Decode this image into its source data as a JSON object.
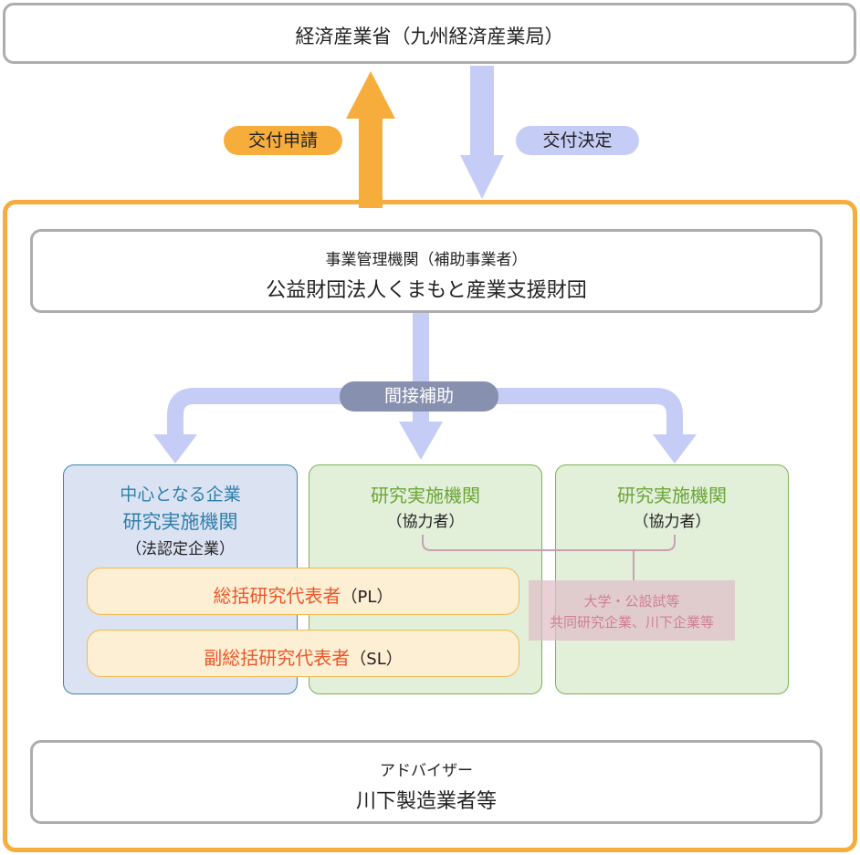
{
  "ministry": {
    "label": "経済産業省（九州経済産業局）"
  },
  "flows": {
    "application": "交付申請",
    "decision": "交付決定",
    "indirect": "間接補助"
  },
  "management": {
    "caption": "事業管理機関（補助事業者）",
    "name": "公益財団法人くまもと産業支援財団"
  },
  "core_org": {
    "line1": "中心となる企業",
    "line2": "研究実施機関",
    "line3": "（法認定企業）",
    "pl": {
      "name": "総括研究代表者",
      "suffix": "（PL）"
    },
    "sl": {
      "name": "副総括研究代表者",
      "suffix": "（SL）"
    }
  },
  "partner_orgs": [
    {
      "title": "研究実施機関",
      "subtitle": "（協力者）"
    },
    {
      "title": "研究実施機関",
      "subtitle": "（協力者）"
    }
  ],
  "collaborators_note": {
    "line1": "大学・公設試等",
    "line2": "共同研究企業、川下企業等"
  },
  "adviser": {
    "caption": "アドバイザー",
    "name": "川下製造業者等"
  },
  "colors": {
    "orange": "#f6ad3c",
    "lavender": "#c5cdf6",
    "slate": "#8890b0",
    "blue_text": "#2f7fa9",
    "green_text": "#6aa538",
    "red_text": "#e8572a",
    "note_text": "#cf7e95"
  }
}
